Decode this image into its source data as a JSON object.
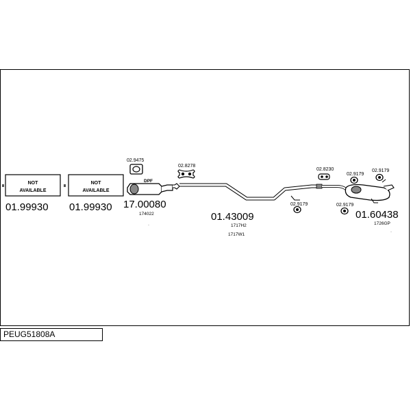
{
  "diagram_code": "PEUG51808A",
  "sections": [
    {
      "part_number": "01.99930",
      "status_label": "NOT AVAILABLE",
      "status_line1": "NOT",
      "status_line2": "AVAILABLE"
    },
    {
      "part_number": "01.99930",
      "status_label": "NOT AVAILABLE",
      "status_line1": "NOT",
      "status_line2": "AVAILABLE"
    },
    {
      "part_number": "17.00080",
      "oem_ref": "174022",
      "label": "DPF"
    },
    {
      "part_number": "01.43009",
      "oem_ref_1": "1717H2",
      "oem_ref_2": "1717W1"
    },
    {
      "part_number": "01.60438",
      "oem_ref": "1726GP"
    }
  ],
  "accessories": {
    "dpf_gasket": "02.9475",
    "clamp_1": "02.8278",
    "clamp_2": "02.8230",
    "mount_1": "02.9179",
    "mount_2": "02.9179",
    "mount_3": "02.9179",
    "mount_4": "02.9179"
  }
}
